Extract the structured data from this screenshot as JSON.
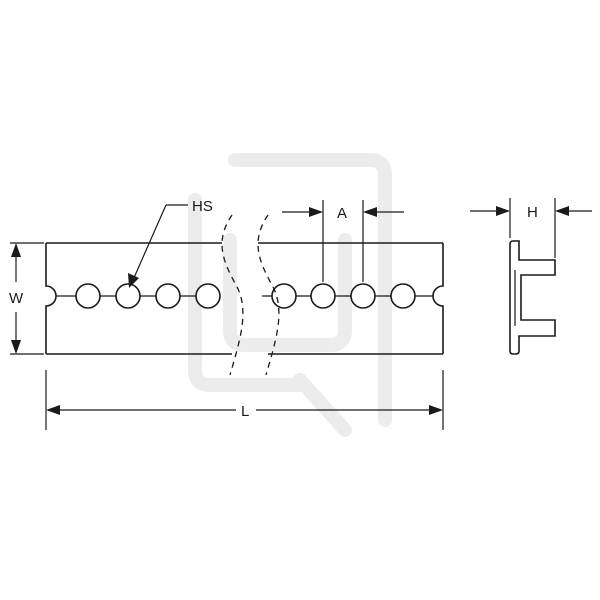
{
  "drawing": {
    "front_view": {
      "hole_label": "HS",
      "pitch_label": "A",
      "width_label": "W",
      "length_label": "L",
      "holes_left_count": 4,
      "holes_right_count": 4
    },
    "side_view": {
      "height_label": "H"
    },
    "watermark": "logo"
  },
  "colors": {
    "line": "#1a1a1a",
    "background": "#ffffff",
    "watermark": "#ececec"
  }
}
